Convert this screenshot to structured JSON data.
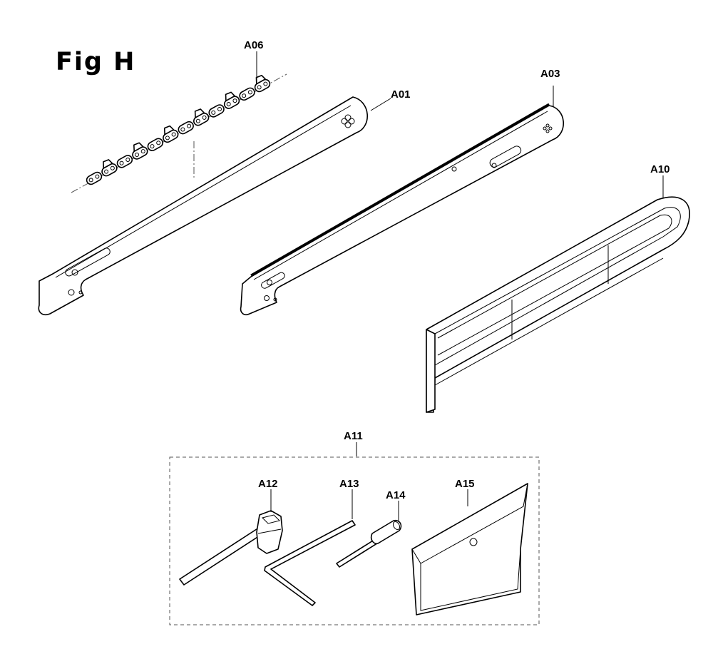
{
  "figure": {
    "title": "Fig H",
    "labels": {
      "A06": "A06",
      "A01": "A01",
      "A03": "A03",
      "A10": "A10",
      "A11": "A11",
      "A12": "A12",
      "A13": "A13",
      "A14": "A14",
      "A15": "A15"
    },
    "parts": [
      {
        "id": "A06",
        "icon": "saw-chain-icon"
      },
      {
        "id": "A01",
        "icon": "guide-bar-icon"
      },
      {
        "id": "A03",
        "icon": "guide-bar-with-chain-icon"
      },
      {
        "id": "A10",
        "icon": "bar-cover-icon"
      },
      {
        "id": "A11",
        "icon": "tool-kit-group"
      },
      {
        "id": "A12",
        "icon": "combination-wrench-icon"
      },
      {
        "id": "A13",
        "icon": "hex-key-icon"
      },
      {
        "id": "A14",
        "icon": "screwdriver-icon"
      },
      {
        "id": "A15",
        "icon": "manual-pouch-icon"
      }
    ]
  }
}
